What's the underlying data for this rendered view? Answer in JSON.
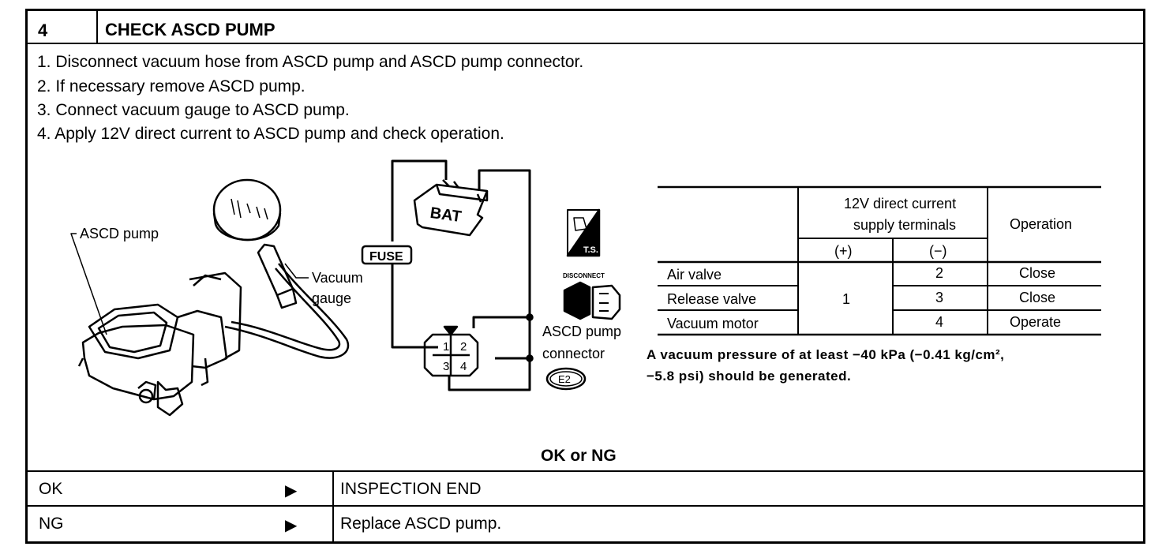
{
  "header": {
    "step_number": "4",
    "title": "CHECK ASCD PUMP"
  },
  "instructions": [
    "1.  Disconnect vacuum hose from ASCD pump and ASCD pump connector.",
    "2.  If necessary remove ASCD pump.",
    "3.  Connect vacuum gauge to ASCD pump.",
    "4.  Apply 12V direct current to ASCD pump and check operation."
  ],
  "diagram": {
    "pump_label": "ASCD pump",
    "gauge_label_line1": "Vacuum",
    "gauge_label_line2": "gauge",
    "battery_label": "BAT",
    "fuse_label": "FUSE",
    "ts_label": "T.S.",
    "disconnect_label": "DISCONNECT",
    "connector_label_line1": "ASCD pump",
    "connector_label_line2": "connector",
    "connector_code": "E2",
    "pins": [
      "1",
      "2",
      "3",
      "4"
    ]
  },
  "spec_table": {
    "header_terminals_line1": "12V direct current",
    "header_terminals_line2": "supply terminals",
    "header_operation": "Operation",
    "header_plus": "(+)",
    "header_minus": "(−)",
    "rows": [
      {
        "component": "Air valve",
        "plus": "1",
        "minus": "2",
        "operation": "Close"
      },
      {
        "component": "Release valve",
        "plus": "",
        "minus": "3",
        "operation": "Close"
      },
      {
        "component": "Vacuum motor",
        "plus": "",
        "minus": "4",
        "operation": "Operate"
      }
    ]
  },
  "note": {
    "line1": "A vacuum pressure of at least −40 kPa (−0.41 kg/cm²,",
    "line2": "−5.8 psi) should be generated."
  },
  "result_prompt": "OK or NG",
  "results": [
    {
      "key": "OK",
      "arrow": "▶",
      "action": "INSPECTION END"
    },
    {
      "key": "NG",
      "arrow": "▶",
      "action": "Replace ASCD pump."
    }
  ]
}
